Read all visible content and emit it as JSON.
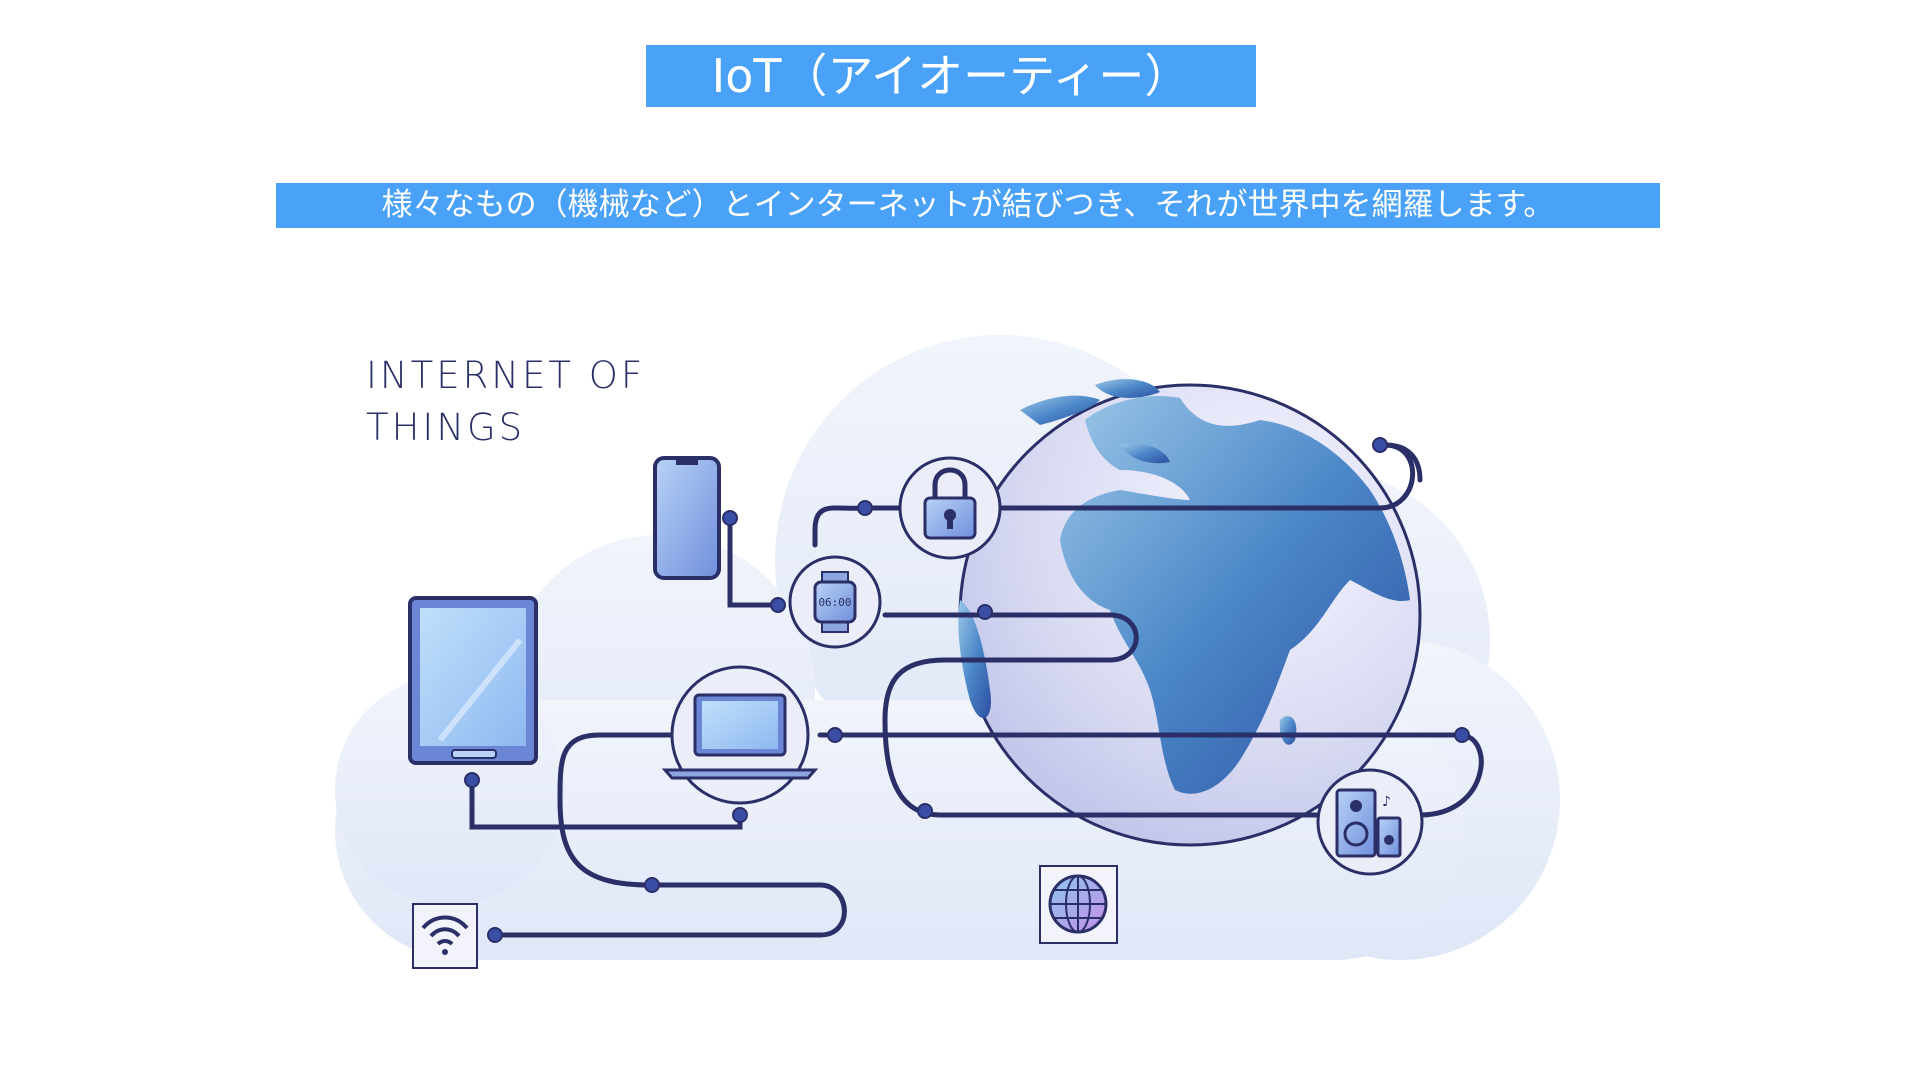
{
  "slide": {
    "title": "IoT（アイオーティー）",
    "subtitle": "様々なもの（機械など）とインターネットが結びつき、それが世界中を網羅します。",
    "illustration": {
      "label_line1": "INTERNET OF",
      "label_line2": "THINGS",
      "device_icons": [
        "smartphone-icon",
        "tablet-icon",
        "smartwatch-icon",
        "padlock-icon",
        "laptop-icon",
        "speaker-icon",
        "wifi-icon",
        "globe-icon"
      ]
    },
    "colors": {
      "title_bg": "#4aa2f8",
      "title_text": "#ffffff",
      "line": "#2b2f68",
      "cloud": "#e6ecf8"
    },
    "watch_time": "06:00"
  }
}
